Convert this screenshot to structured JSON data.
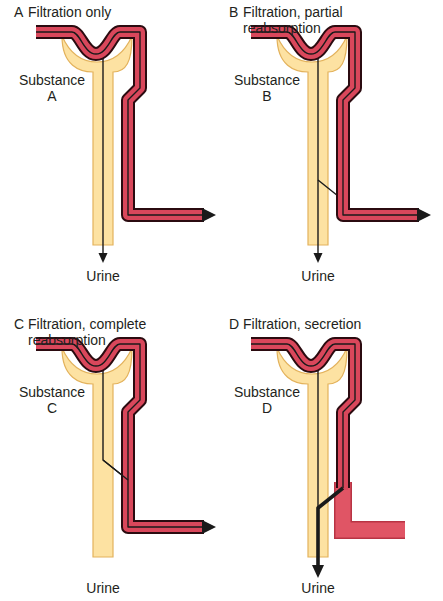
{
  "diagram": {
    "labels": [
      "A",
      "Filtration only",
      "Substance A",
      "Urine",
      "B",
      "Filtration, partial reabsorption",
      "Substance B",
      "Urine",
      "C",
      "Filtration, complete reabsorption",
      "Substance C",
      "Urine",
      "D",
      "Filtration, secretion",
      "Substance D",
      "Urine"
    ]
  }
}
